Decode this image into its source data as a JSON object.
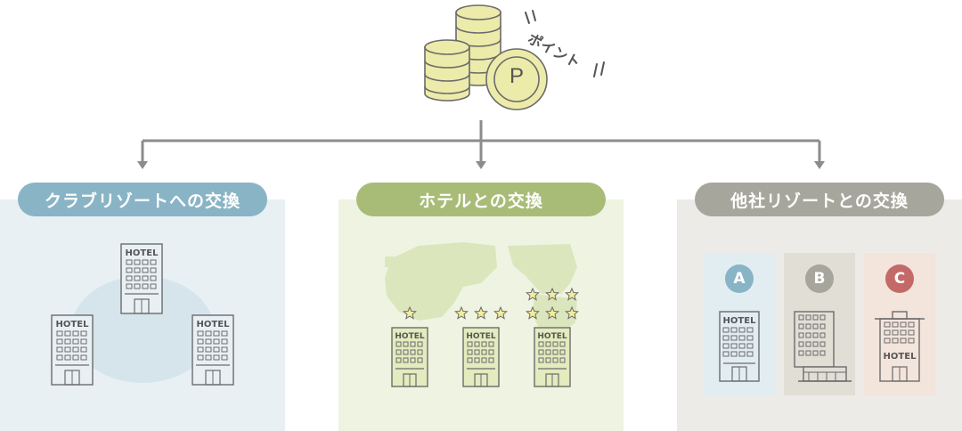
{
  "coin": {
    "label": "ポイント",
    "symbol": "P"
  },
  "categories": [
    {
      "label": "クラブリゾートへの交換",
      "color": "#88b4c6",
      "panel_bg": "#e8f0f4",
      "hotel_sign": "HOTEL"
    },
    {
      "label": "ホテルとの交換",
      "color": "#a8bc78",
      "panel_bg": "#eff3e1",
      "hotel_sign": "HOTEL"
    },
    {
      "label": "他社リゾートとの交換",
      "color": "#a6a69c",
      "panel_bg": "#ecebe7",
      "hotel_sign": "HOTEL"
    }
  ],
  "other_resorts": [
    {
      "badge": "A",
      "badge_color": "#88b4c6",
      "bg": "#e2edf2"
    },
    {
      "badge": "B",
      "badge_color": "#a6a69c",
      "bg": "#e0ded5"
    },
    {
      "badge": "C",
      "badge_color": "#c36a68",
      "bg": "#f3e4dc"
    }
  ],
  "colors": {
    "connector": "#8c8c8c",
    "hotel_stroke": "#6b6b6b",
    "coin_fill": "#ecebaa",
    "star_fill": "#f1ee9a",
    "map_fill": "#dbe6bd"
  }
}
